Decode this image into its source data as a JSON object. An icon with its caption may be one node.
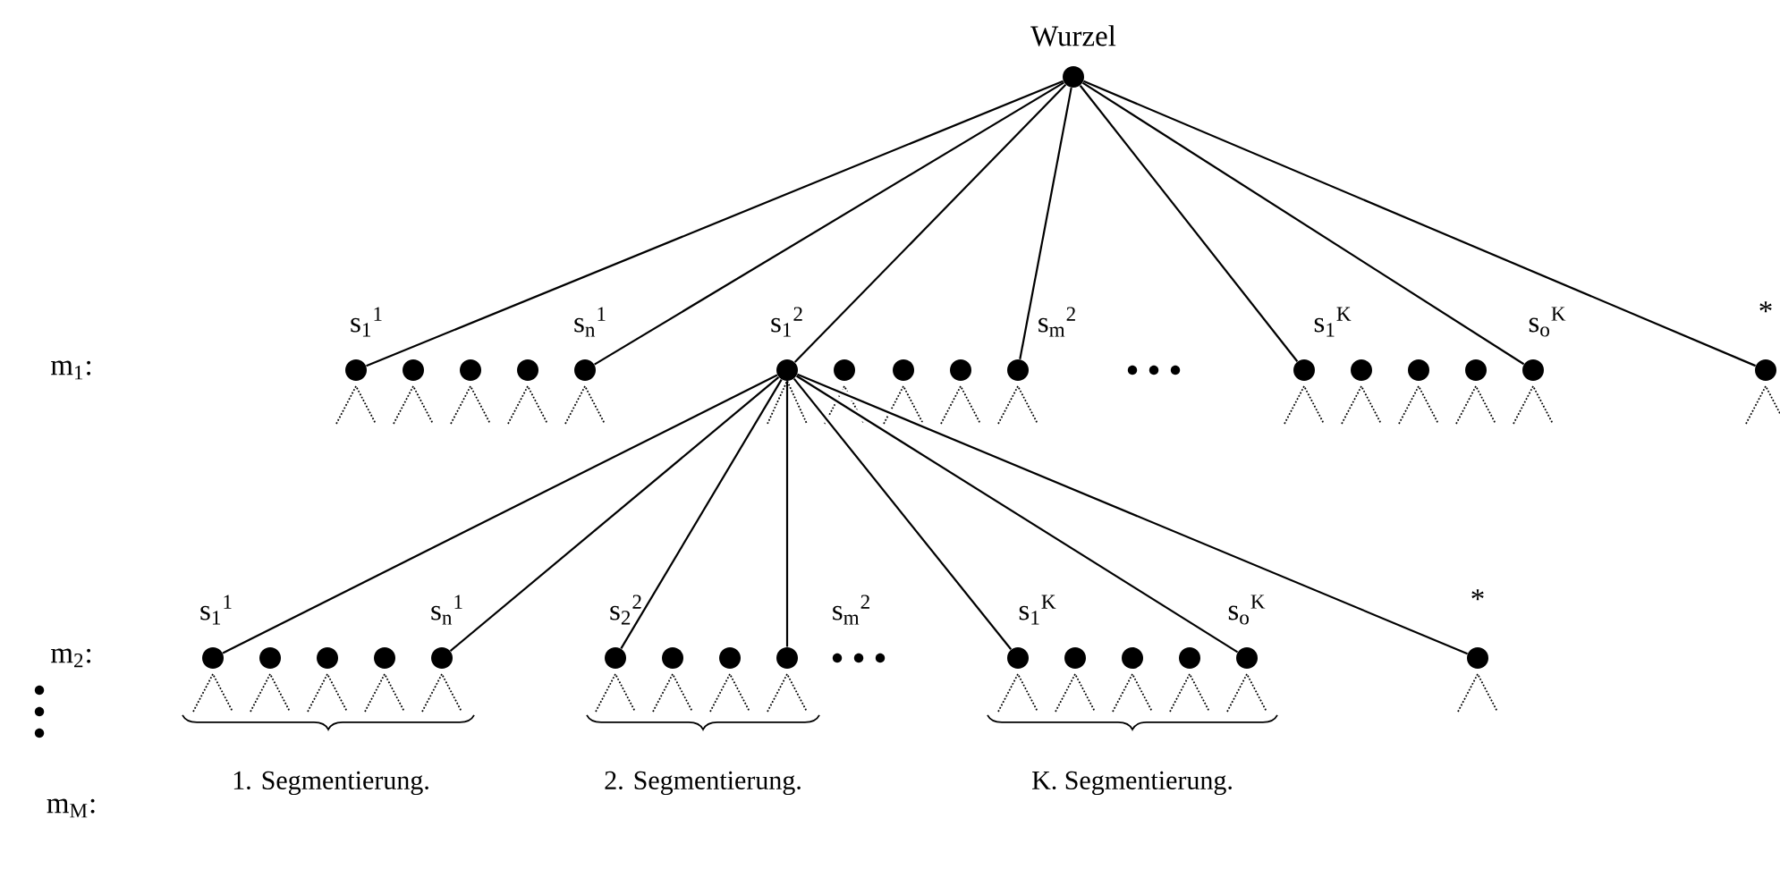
{
  "diagram": {
    "nodes": [
      {
        "text": [],
        "shape": "circle",
        "beside": [
          "Wurzel"
        ]
      },
      {
        "text": [],
        "shape": "circle",
        "beside": [
          "s$_{1}$$^{1}$"
        ]
      },
      {
        "text": [],
        "shape": "circle"
      },
      {
        "text": [],
        "shape": "circle"
      },
      {
        "text": [],
        "shape": "circle"
      },
      {
        "text": [],
        "shape": "circle",
        "beside": [
          "s$_{n}$$^{1}$"
        ]
      },
      {
        "text": [],
        "shape": "circle",
        "beside": [
          "s$_{1}$$^{2}$"
        ]
      },
      {
        "text": [],
        "shape": "circle"
      },
      {
        "text": [],
        "shape": "circle"
      },
      {
        "text": [],
        "shape": "circle"
      },
      {
        "text": [],
        "shape": "circle",
        "beside": [
          "s$_{m}$$^{2}$"
        ]
      },
      {
        "text": [],
        "shape": "circle",
        "beside": [
          "s$_{1}$$^{K}$"
        ]
      },
      {
        "text": [],
        "shape": "circle"
      },
      {
        "text": [],
        "shape": "circle"
      },
      {
        "text": [],
        "shape": "circle"
      },
      {
        "text": [],
        "shape": "circle",
        "beside": [
          "s$_{o}$$^{K}$"
        ]
      },
      {
        "text": [],
        "shape": "circle",
        "beside": [
          "*"
        ]
      },
      {
        "text": [],
        "shape": "circle",
        "beside": [
          "s$_{1}$$^{1}$"
        ]
      },
      {
        "text": [],
        "shape": "circle"
      },
      {
        "text": [],
        "shape": "circle"
      },
      {
        "text": [],
        "shape": "circle"
      },
      {
        "text": [],
        "shape": "circle",
        "beside": [
          "s$_{n}$$^{1}$"
        ]
      },
      {
        "text": [],
        "shape": "circle",
        "beside": [
          "s$_{2}$$^{2}$"
        ]
      },
      {
        "text": [],
        "shape": "circle"
      },
      {
        "text": [],
        "shape": "circle"
      },
      {
        "text": [],
        "shape": "circle",
        "beside": [
          "s$_{m}$$^{2}$"
        ]
      },
      {
        "text": [],
        "shape": "circle",
        "beside": [
          "s$_{1}$$^{K}$"
        ]
      },
      {
        "text": [],
        "shape": "circle"
      },
      {
        "text": [],
        "shape": "circle"
      },
      {
        "text": [],
        "shape": "circle"
      },
      {
        "text": [],
        "shape": "circle",
        "beside": [
          "s$_{o}$$^{K}$"
        ]
      },
      {
        "text": [],
        "shape": "circle",
        "beside": [
          "*"
        ]
      }
    ],
    "edges": [
      {
        "from": 0,
        "to": 1,
        "arrow": "none"
      },
      {
        "from": 0,
        "to": 5,
        "arrow": "none"
      },
      {
        "from": 0,
        "to": 6,
        "arrow": "none"
      },
      {
        "from": 0,
        "to": 10,
        "arrow": "none"
      },
      {
        "from": 0,
        "to": 11,
        "arrow": "none"
      },
      {
        "from": 0,
        "to": 15,
        "arrow": "none"
      },
      {
        "from": 0,
        "to": 16,
        "arrow": "none"
      },
      {
        "from": 6,
        "to": 17,
        "arrow": "none"
      },
      {
        "from": 6,
        "to": 21,
        "arrow": "none"
      },
      {
        "from": 6,
        "to": 22,
        "arrow": "none"
      },
      {
        "from": 6,
        "to": 25,
        "arrow": "none"
      },
      {
        "from": 6,
        "to": 26,
        "arrow": "none"
      },
      {
        "from": 6,
        "to": 30,
        "arrow": "none"
      },
      {
        "from": 6,
        "to": 31,
        "arrow": "none"
      }
    ],
    "labels": [
      "m$_{1}$:",
      "m$_{2}$:",
      "m$_{M}$:",
      "1. Segmentierung.",
      "2. Segmentierung.",
      "K. Segmentierung."
    ]
  }
}
